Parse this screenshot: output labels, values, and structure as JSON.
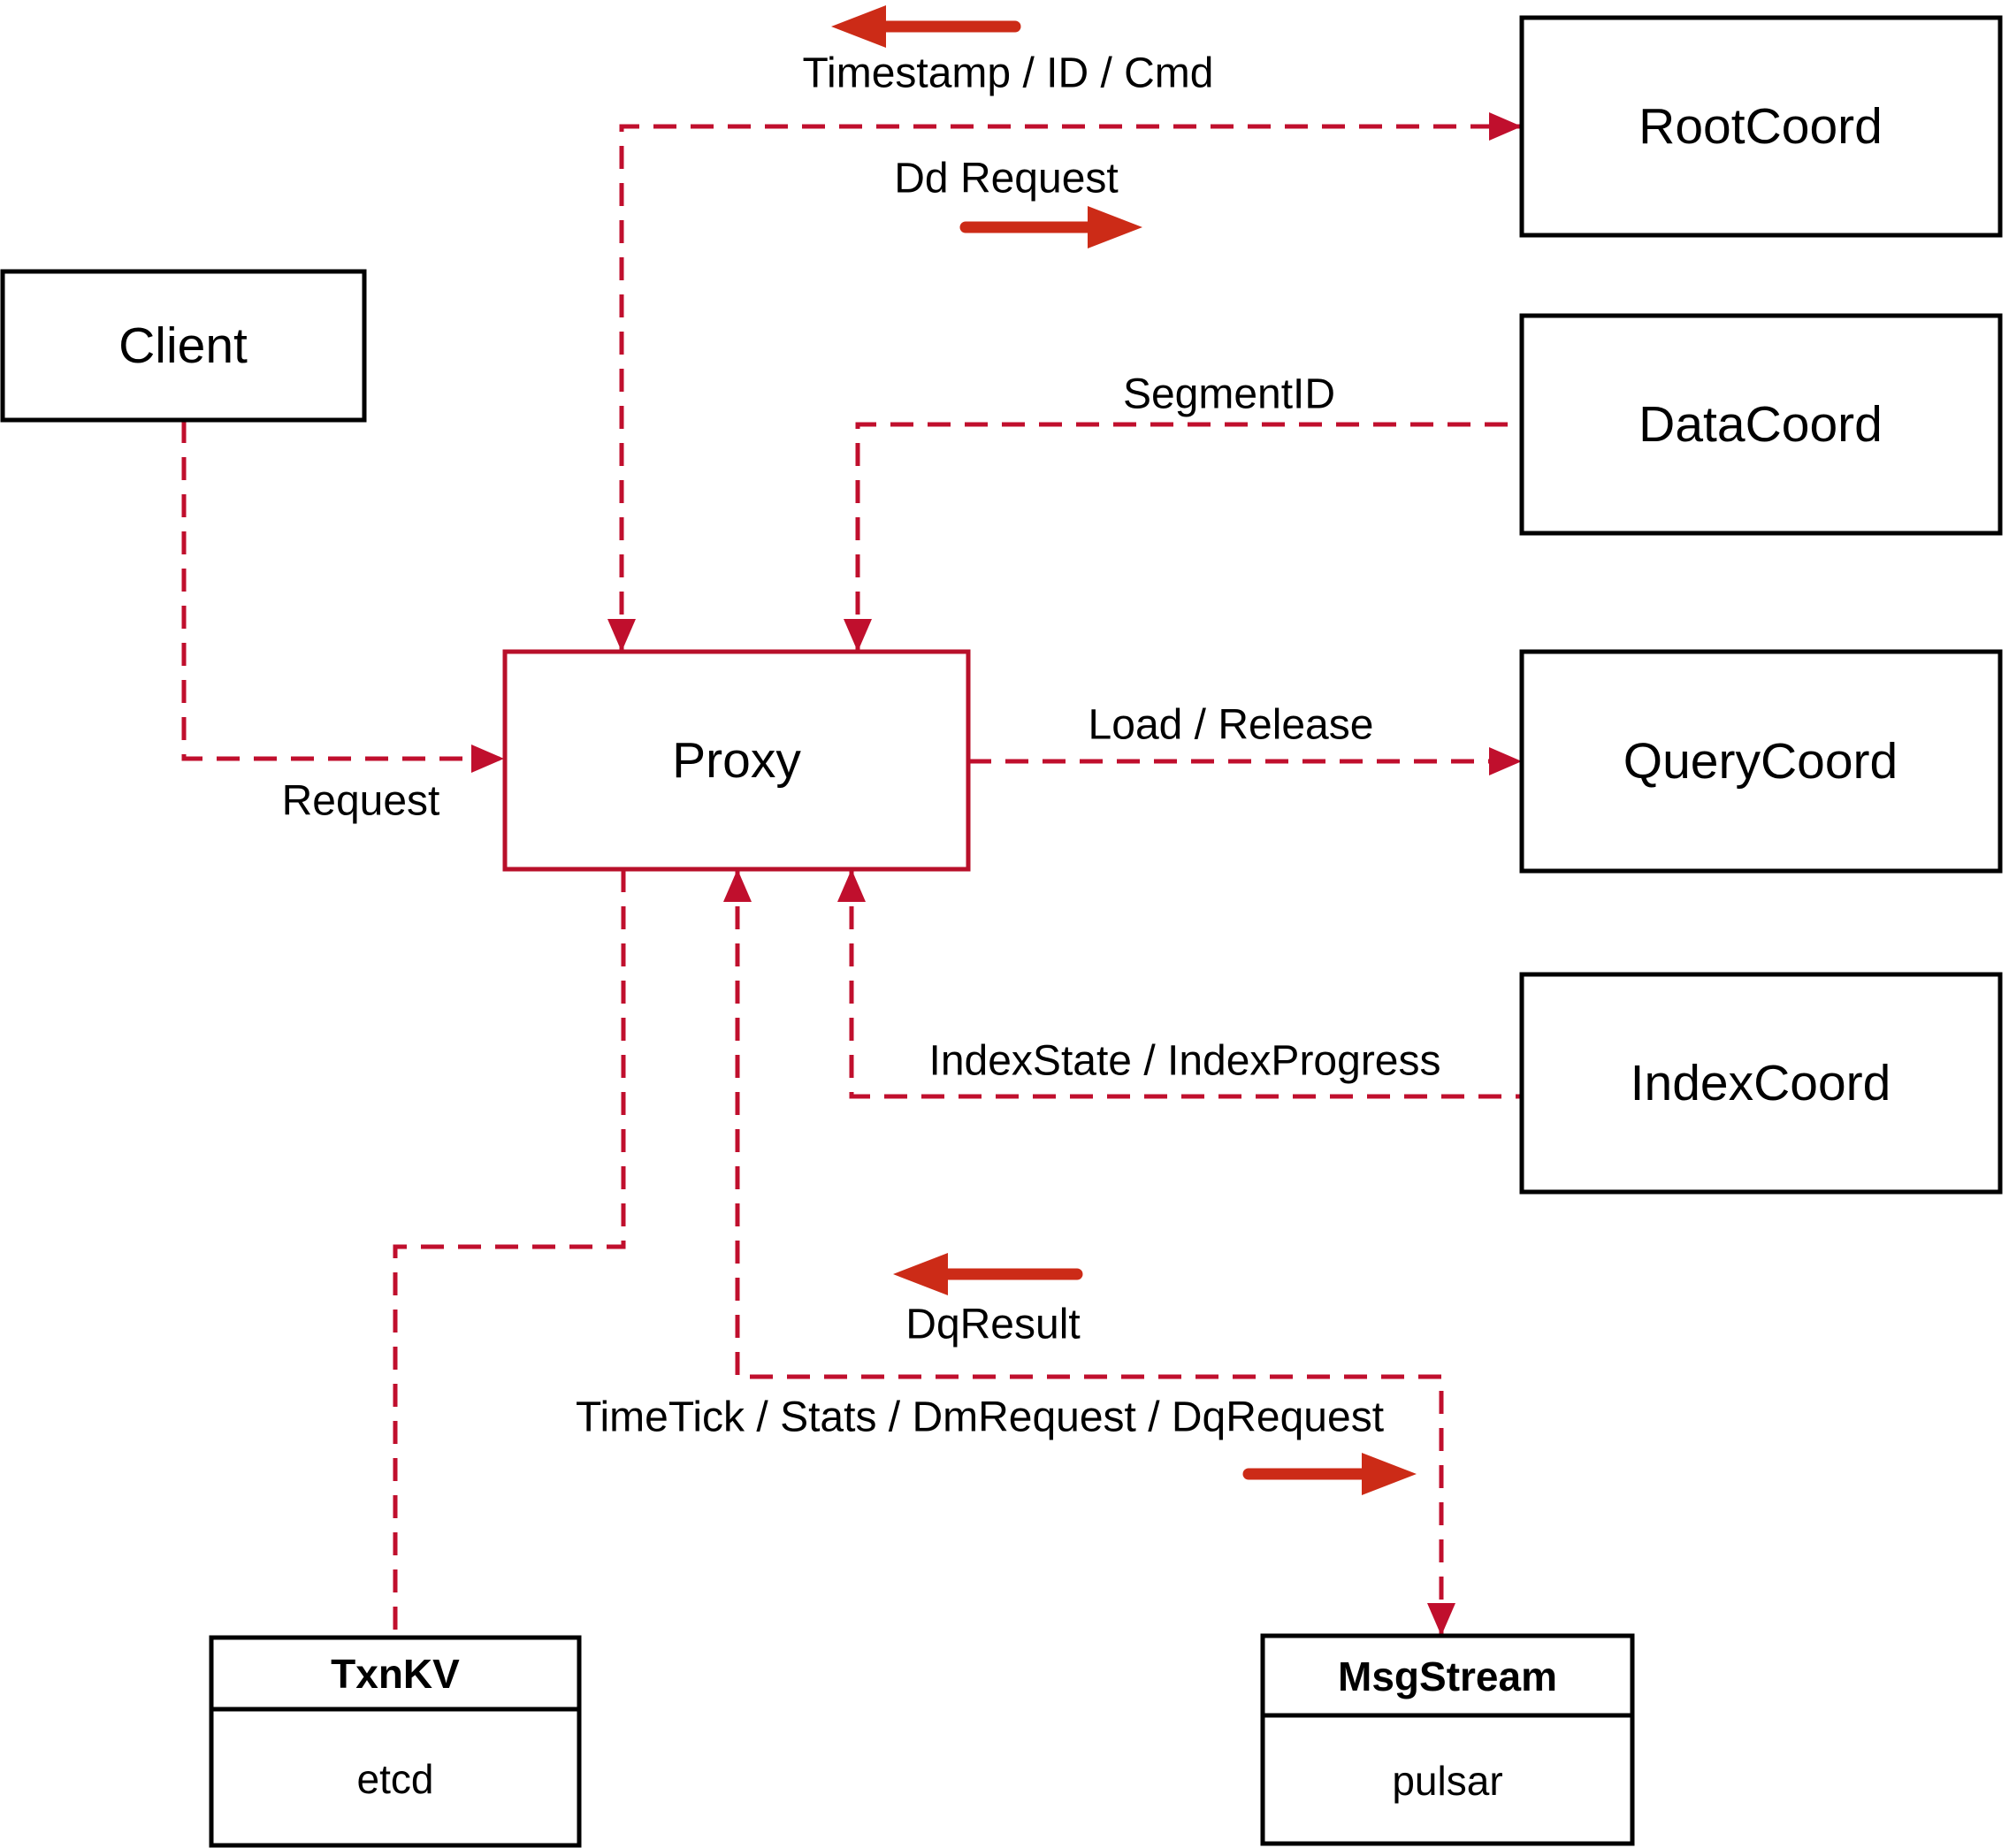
{
  "diagram": {
    "nodes": {
      "client": {
        "label": "Client"
      },
      "proxy": {
        "label": "Proxy"
      },
      "rootcoord": {
        "label": "RootCoord"
      },
      "datacoord": {
        "label": "DataCoord"
      },
      "querycoord": {
        "label": "QueryCoord"
      },
      "indexcoord": {
        "label": "IndexCoord"
      },
      "txnkv": {
        "title": "TxnKV",
        "impl": "etcd"
      },
      "msgstream": {
        "title": "MsgStream",
        "impl": "pulsar"
      }
    },
    "edge_labels": {
      "timestamp": "Timestamp / ID / Cmd",
      "dd_request": "Dd Request",
      "segment_id": "SegmentID",
      "load_release": "Load / Release",
      "index_state": "IndexState / IndexProgress",
      "dq_result": "DqResult",
      "timetick": "TimeTick / Stats / DmRequest / DqRequest",
      "request": "Request"
    },
    "colors": {
      "dashed_line": "#c00f2d",
      "solid_arrow": "#cc2b17",
      "proxy_accent": "#b8102a",
      "box_border": "#000000",
      "background": "#ffffff"
    }
  }
}
